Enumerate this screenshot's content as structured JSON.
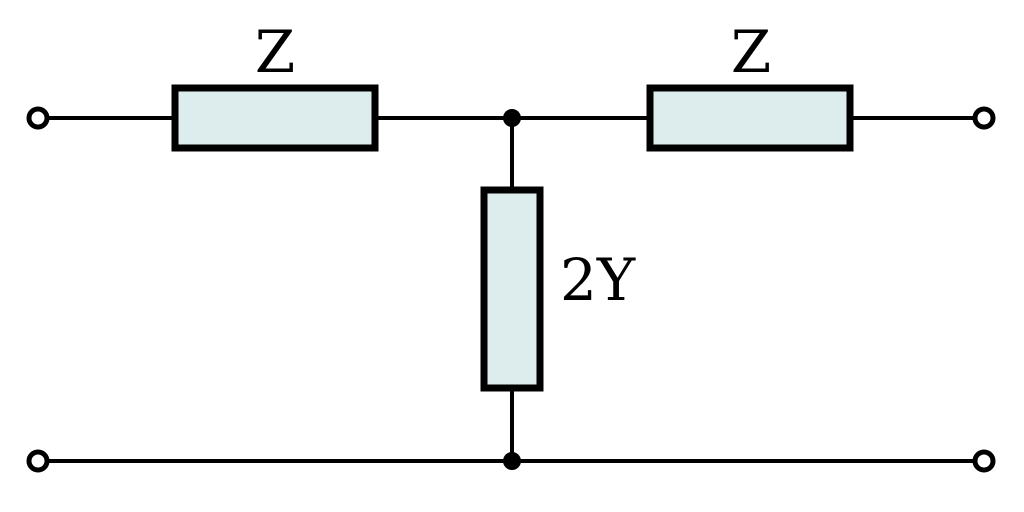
{
  "diagram": {
    "type": "two-port-network-circuit",
    "labels": {
      "left_series_impedance": "Z",
      "right_series_impedance": "Z",
      "shunt_admittance": "2Y"
    },
    "colors": {
      "component_fill": "#ddeded",
      "line": "#000000",
      "background": "#ffffff",
      "terminal_fill": "#ffffff"
    }
  }
}
